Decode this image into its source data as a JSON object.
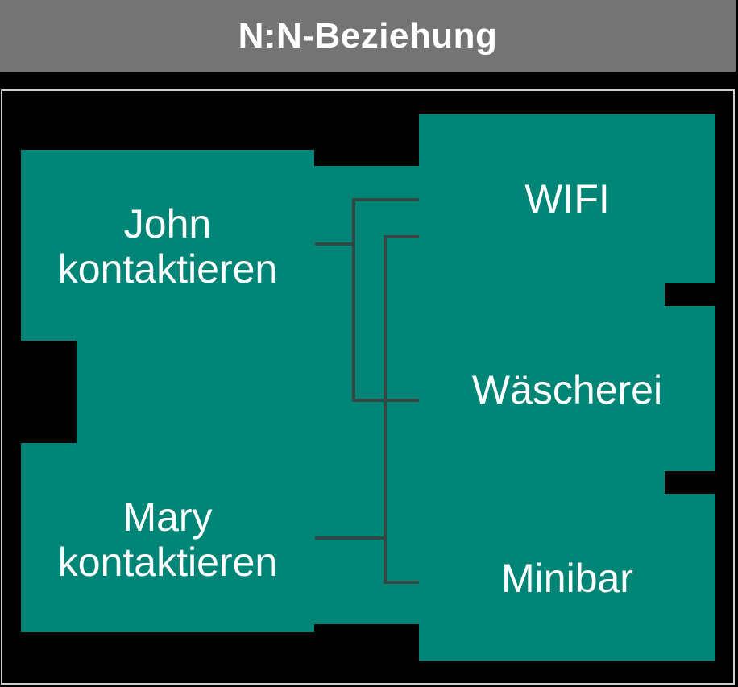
{
  "header": {
    "title": "N:N-Beziehung"
  },
  "diagram": {
    "left_entities": [
      {
        "label": "John\nkontaktieren"
      },
      {
        "label": "Mary\nkontaktieren"
      }
    ],
    "right_entities": [
      {
        "label": "WIFI"
      },
      {
        "label": "Wäscherei"
      },
      {
        "label": "Minibar"
      }
    ],
    "relationships": [
      {
        "from": "John kontaktieren",
        "to": "WIFI"
      },
      {
        "from": "John kontaktieren",
        "to": "Wäscherei"
      },
      {
        "from": "Mary kontaktieren",
        "to": "WIFI"
      },
      {
        "from": "Mary kontaktieren",
        "to": "Minibar"
      }
    ]
  },
  "colors": {
    "background": "#000000",
    "header-bg": "#747474",
    "panel-border": "#cfcfcf",
    "node-fill": "#008577",
    "line-color": "#334744",
    "text-color": "#ffffff"
  }
}
